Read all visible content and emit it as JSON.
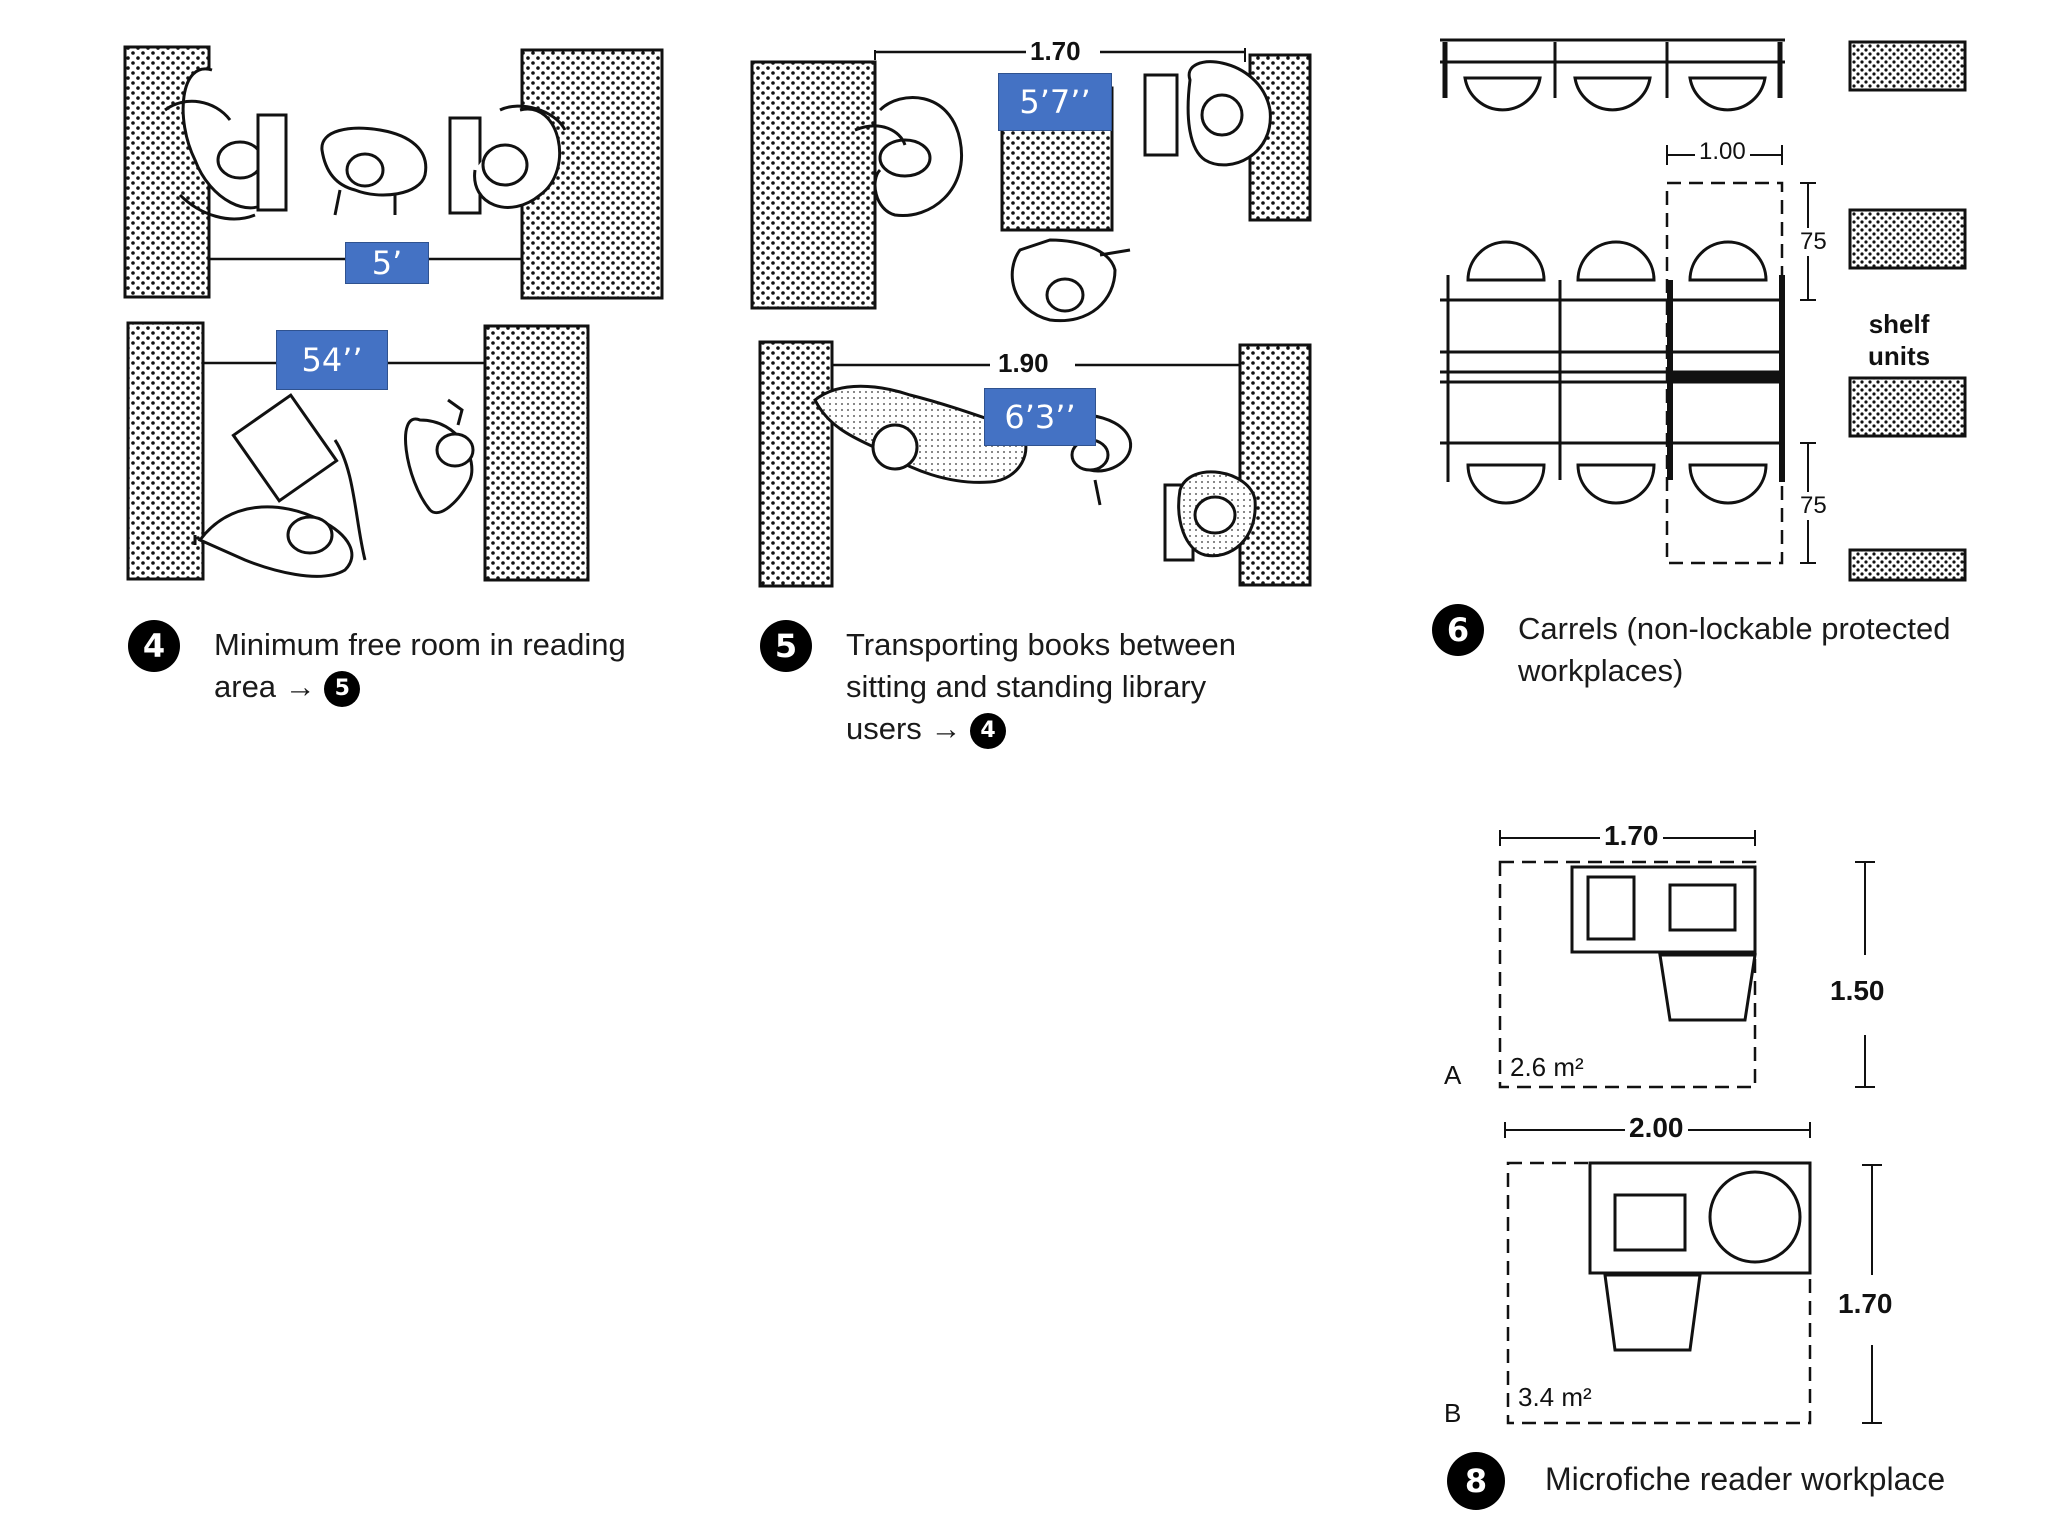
{
  "fig4": {
    "number": "4",
    "caption_line1": "Minimum free room in reading",
    "caption_line2": "area →",
    "ref": "5",
    "label_top": "5’",
    "label_bottom": "54’’"
  },
  "fig5": {
    "number": "5",
    "caption_line1": "Transporting books between",
    "caption_line2": "sitting and standing library",
    "caption_line3": "users →",
    "ref": "4",
    "dim_top": "1.70",
    "dim_bottom": "1.90",
    "label_top": "5’7’’",
    "label_bottom": "6’3’’"
  },
  "fig6": {
    "number": "6",
    "caption_line1": "Carrels (non-lockable protected",
    "caption_line2": "workplaces)",
    "dim_width": "1.00",
    "dim_depth_top": "75",
    "dim_depth_bottom": "75",
    "shelf_label_1": "shelf",
    "shelf_label_2": "units"
  },
  "fig8": {
    "number": "8",
    "caption": "Microfiche reader workplace",
    "a": {
      "letter": "A",
      "width": "1.70",
      "height": "1.50",
      "area": "2.6 m²"
    },
    "b": {
      "letter": "B",
      "width": "2.00",
      "height": "1.70",
      "area": "3.4 m²"
    }
  },
  "colors": {
    "label_blue": "#4472c4",
    "ink": "#111111"
  }
}
